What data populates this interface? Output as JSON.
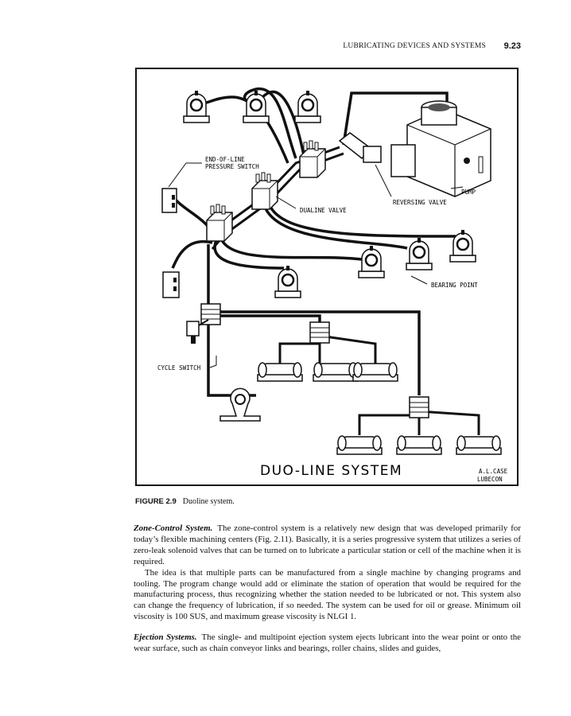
{
  "header": {
    "running_title": "LUBRICATING DEVICES AND SYSTEMS",
    "page_number": "9.23"
  },
  "figure": {
    "labels": {
      "end_of_line_1": "END-OF-LINE",
      "end_of_line_2": "PRESSURE SWITCH",
      "pump": "PUMP",
      "reversing_valve": "REVERSING VALVE",
      "dualine_valve": "DUALINE VALVE",
      "bearing_point": "BEARING POINT",
      "cycle_switch": "CYCLE SWITCH",
      "system_title": "DUO-LINE SYSTEM",
      "credit_1": "A.L.CASE",
      "credit_2": "LUBECON"
    },
    "caption_label": "FIGURE 2.9",
    "caption_text": "Duoline system."
  },
  "sections": {
    "zone_control": {
      "heading": "Zone-Control System.",
      "para1": "The zone-control system is a relatively new design that was developed primarily for today’s flexible machining centers (Fig. 2.11). Basically, it is a series progressive system that utilizes a series of zero-leak solenoid valves that can be turned on to lubricate a particular station or cell of the machine when it is required.",
      "para2": "The idea is that multiple parts can be manufactured from a single machine by changing programs and tooling. The program change would add or eliminate the station of operation that would be required for the manufacturing process, thus recognizing whether the station needed to be lubricated or not. This system also can change the frequency of lubrication, if so needed. The system can be used for oil or grease. Minimum oil viscosity is 100 SUS, and maximum grease viscosity is NLGI 1."
    },
    "ejection": {
      "heading": "Ejection Systems.",
      "para1": "The single- and multipoint ejection system ejects lubricant into the wear point or onto the wear surface, such as chain conveyor links and bearings, roller chains, slides and guides,"
    }
  }
}
